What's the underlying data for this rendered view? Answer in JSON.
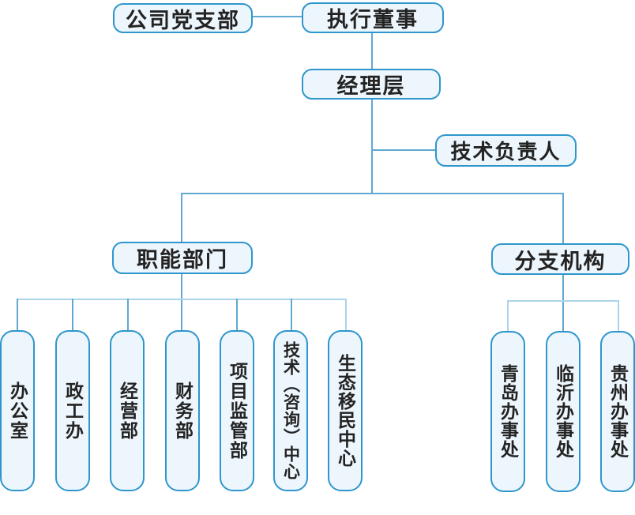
{
  "org_chart": {
    "type": "org-chart",
    "top": {
      "party_branch": "公司党支部",
      "executive_director": "执行董事",
      "management": "经理层",
      "technical_director": "技术负责人"
    },
    "functional": {
      "label": "职能部门",
      "departments": [
        "办公室",
        "政工办",
        "经营部",
        "财务部",
        "项目监管部",
        "技术（咨询）中心",
        "生态移民中心"
      ]
    },
    "branches": {
      "label": "分支机构",
      "offices": [
        "青岛办事处",
        "临沂办事处",
        "贵州办事处"
      ]
    },
    "hierarchy": {
      "执行董事": {
        "linked": [
          "公司党支部"
        ],
        "reports": {
          "经理层": {
            "linked": [
              "技术负责人"
            ],
            "reports": {
              "职能部门": [
                "办公室",
                "政工办",
                "经营部",
                "财务部",
                "项目监管部",
                "技术（咨询）中心",
                "生态移民中心"
              ],
              "分支机构": [
                "青岛办事处",
                "临沂办事处",
                "贵州办事处"
              ]
            }
          }
        }
      }
    }
  },
  "colors": {
    "box_border": "#2e96cc",
    "box_fill": "#edf6fc",
    "connector": "#5fa9d2",
    "connector_light": "#a9d4ea",
    "text": "#232323",
    "background": "#ffffff"
  }
}
